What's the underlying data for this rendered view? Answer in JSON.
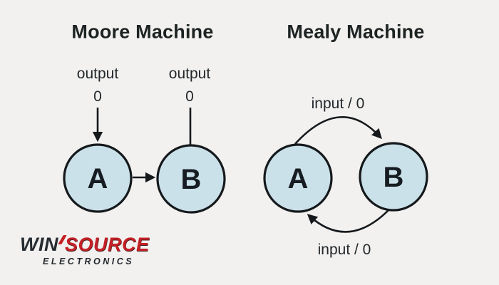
{
  "colors": {
    "background": "#f2f1ef",
    "state_fill": "#cbe1ea",
    "line_stroke": "#15191c",
    "text": "#1d2323",
    "logo_red": "#c42127",
    "logo_dark": "#272c32"
  },
  "moore": {
    "title": "Moore Machine",
    "state_a": "A",
    "state_b": "B",
    "output_a": {
      "label": "output",
      "value": "0"
    },
    "output_b": {
      "label": "output",
      "value": "0"
    }
  },
  "mealy": {
    "title": "Mealy Machine",
    "state_a": "A",
    "state_b": "B",
    "transition_top": "input / 0",
    "transition_bottom": "input / 0"
  },
  "logo": {
    "word_win": "WIN",
    "word_source": "SOURCE",
    "subtitle": "ELECTRONICS"
  }
}
